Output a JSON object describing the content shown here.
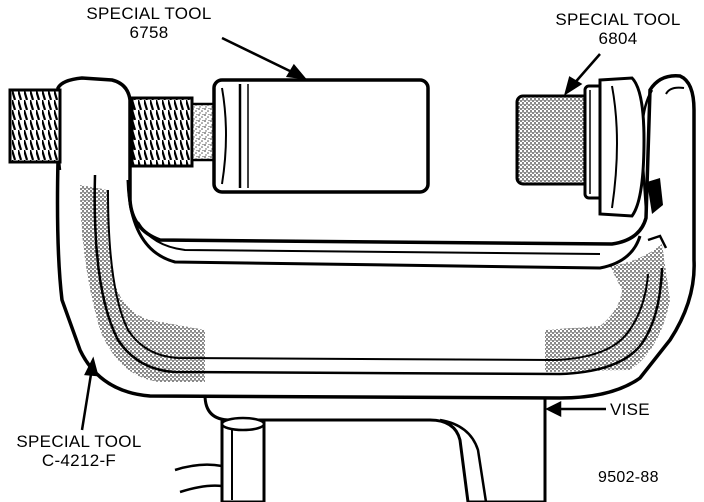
{
  "labels": {
    "tool_6758": {
      "line1": "SPECIAL TOOL",
      "line2": "6758"
    },
    "tool_6804": {
      "line1": "SPECIAL TOOL",
      "line2": "6804"
    },
    "tool_c4212f": {
      "line1": "SPECIAL TOOL",
      "line2": "C-4212-F"
    },
    "vise": "VISE",
    "figure_number": "9502-88"
  },
  "colors": {
    "ink": "#000000",
    "paper": "#ffffff",
    "stipple": "#777777"
  }
}
